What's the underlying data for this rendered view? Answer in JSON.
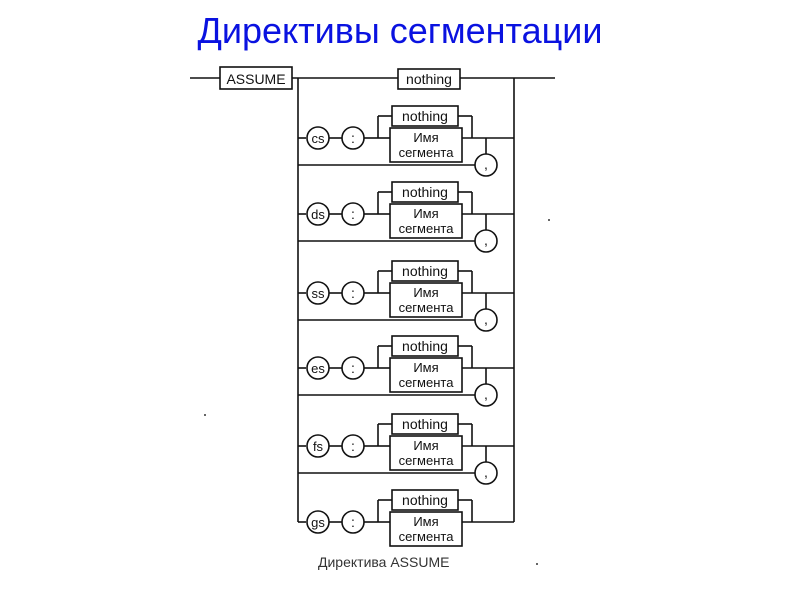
{
  "title": "Директивы сегментации",
  "diagram": {
    "keyword": "ASSUME",
    "top_option": "nothing",
    "rows": [
      {
        "register": "cs",
        "separator": ":",
        "option_nothing": "nothing",
        "option_name_line1": "Имя",
        "option_name_line2": "сегмента",
        "repeat": ","
      },
      {
        "register": "ds",
        "separator": ":",
        "option_nothing": "nothing",
        "option_name_line1": "Имя",
        "option_name_line2": "сегмента",
        "repeat": ","
      },
      {
        "register": "ss",
        "separator": ":",
        "option_nothing": "nothing",
        "option_name_line1": "Имя",
        "option_name_line2": "сегмента",
        "repeat": ","
      },
      {
        "register": "es",
        "separator": ":",
        "option_nothing": "nothing",
        "option_name_line1": "Имя",
        "option_name_line2": "сегмента",
        "repeat": ","
      },
      {
        "register": "fs",
        "separator": ":",
        "option_nothing": "nothing",
        "option_name_line1": "Имя",
        "option_name_line2": "сегмента",
        "repeat": ","
      },
      {
        "register": "gs",
        "separator": ":",
        "option_nothing": "nothing",
        "option_name_line1": "Имя",
        "option_name_line2": "сегмента",
        "repeat": null
      }
    ],
    "caption": "Директива ASSUME"
  }
}
